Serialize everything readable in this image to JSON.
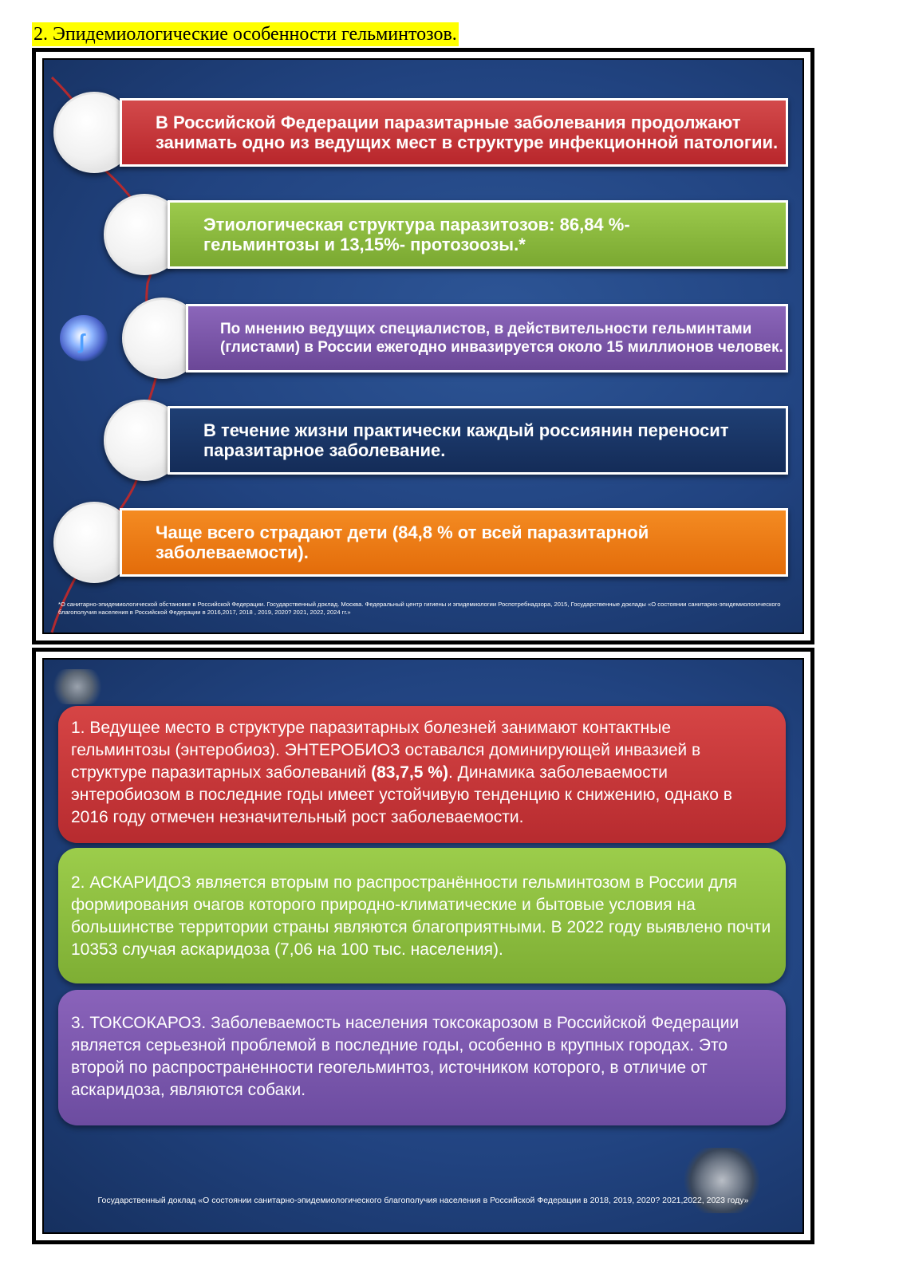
{
  "heading": "2. Эпидемиологические особенности гельминтозов.",
  "slide1": {
    "items": [
      {
        "text": "В Российской Федерации паразитарные  заболевания продолжают  занимать  одно  из  ведущих  мест  в структуре инфекционной  патологии.",
        "color": "#c0302f"
      },
      {
        "text": "Этиологическая структура паразитозов: 86,84 %- гельминтозы и 13,15%- протозоозы.*",
        "color": "#86b43a"
      },
      {
        "text": "По мнению ведущих специалистов, в действительности гельминтами (глистами) в России ежегодно инвазируется около 15 миллионов человек.",
        "color": "#7655a6"
      },
      {
        "text": "В течение жизни практически каждый россиянин переносит паразитарное заболевание.",
        "color": "#17335f"
      },
      {
        "text": "Чаще всего страдают дети (84,8 % от всей паразитарной заболеваемости).",
        "color": "#e8740f"
      }
    ],
    "footnote": "*О санитарно-эпидемиологической обстановке в Российской Федерации. Государственный доклад. Москва. Федеральный центр гигиены и эпидемиологии Роспотребнадзора, 2015, Государственные доклады «О состоянии санитарно-эпидемиологического благополучия населения в Российской Федерации в 2016,2017, 2018 , 2019, 2020? 2021, 2022, 2024 гг.»"
  },
  "slide2": {
    "cards": [
      {
        "text_before": "1. Ведущее место в структуре паразитарных болезней занимают контактные гельминтозы (энтеробиоз). ЭНТЕРОБИОЗ оставался доминирующей инвазией в структуре паразитарных заболеваний ",
        "text_bold": "(83,7,5 %)",
        "text_after": ". Динамика заболеваемости энтеробиозом в последние годы имеет устойчивую тенденцию к снижению, однако в 2016 году отмечен незначительный рост заболеваемости."
      },
      {
        "text": "2. АСКАРИДОЗ является вторым по распространённости гельминтозом в России для формирования очагов которого природно-климатические и бытовые условия  на  большинстве  территории  страны  являются  благоприятными. В 2022 году выявлено почти 10353 случая аскаридоза (7,06 на 100 тыс. населения)."
      },
      {
        "text": "3. ТОКСОКАРОЗ. Заболеваемость  населения  токсокарозом  в  Российской Федерации  является серьезной проблемой в последние годы, особенно в крупных городах. Это второй по распространенности геогельминтоз, источником которого, в отличие от аскаридоза, являются  собаки."
      }
    ],
    "footnote": "Государственный доклад «О состоянии санитарно-эпидемиологического благополучия населения в Российской Федерации в 2018, 2019, 2020? 2021,2022, 2023 году»"
  },
  "colors": {
    "slide_bg": "#214380",
    "heading_highlight": "#ffff00"
  }
}
